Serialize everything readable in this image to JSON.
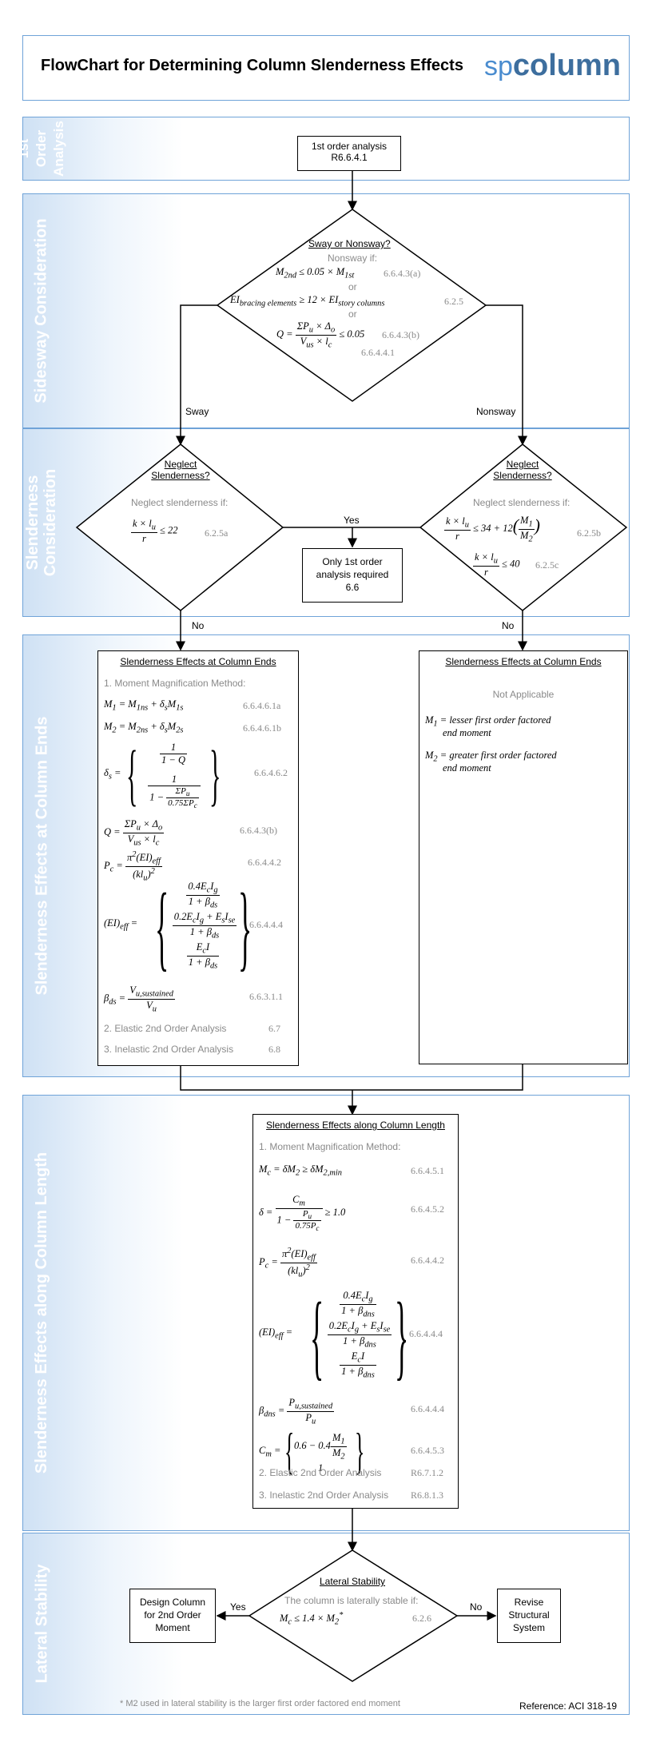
{
  "title": "FlowChart for Determining Column Slenderness Effects",
  "logo": {
    "prefix": "sp",
    "word": "column"
  },
  "sections": {
    "first_order": "1st Order Analysis",
    "sidesway": "Sidesway Consideration",
    "slenderness": "Slenderness Consideration",
    "ends": "Slenderness Effects at Column Ends",
    "length": "Slenderness Effects along Column Length",
    "lateral": "Lateral Stability"
  },
  "first_order_box": {
    "line1": "1st order analysis",
    "ref": "R6.6.4.1"
  },
  "sway_decision": {
    "title": "Sway or Nonsway?",
    "intro": "Nonsway if:",
    "or": "or",
    "ref1": "6.6.4.3(a)",
    "ref2": "6.2.5",
    "ref3": "6.6.4.3(b)",
    "ref4": "6.6.4.4.1"
  },
  "branch_labels": {
    "sway": "Sway",
    "nonsway": "Nonsway",
    "yes": "Yes",
    "no": "No"
  },
  "neglect_left": {
    "title1": "Neglect",
    "title2": "Slenderness?",
    "intro": "Neglect slenderness if:",
    "ref": "6.2.5a"
  },
  "neglect_right": {
    "title1": "Neglect",
    "title2": "Slenderness?",
    "intro": "Neglect slenderness if:",
    "ref1": "6.2.5b",
    "ref2": "6.2.5c"
  },
  "only_first_order": {
    "line1": "Only 1st order",
    "line2": "analysis required",
    "ref": "6.6"
  },
  "ends_left": {
    "title": "Slenderness Effects at Column Ends",
    "method": "1. Moment Magnification Method:",
    "refs": [
      "6.6.4.6.1a",
      "6.6.4.6.1b",
      "6.6.4.6.2",
      "6.6.4.3(b)",
      "6.6.4.4.2",
      "6.6.4.4.4",
      "6.6.3.1.1"
    ],
    "elastic": "2. Elastic 2nd Order Analysis",
    "elastic_ref": "6.7",
    "inelastic": "3. Inelastic 2nd Order Analysis",
    "inelastic_ref": "6.8"
  },
  "ends_right": {
    "title": "Slenderness Effects at Column Ends",
    "na": "Not Applicable",
    "m1_def": "lesser first order factored",
    "m2_def": "greater first order factored",
    "end_moment": "end moment"
  },
  "length_box": {
    "title": "Slenderness Effects along Column Length",
    "method": "1. Moment Magnification Method:",
    "refs": [
      "6.6.4.5.1",
      "6.6.4.5.2",
      "6.6.4.4.2",
      "6.6.4.4.4",
      "6.6.4.4.4",
      "6.6.4.5.3"
    ],
    "elastic": "2. Elastic 2nd Order Analysis",
    "elastic_ref": "R6.7.1.2",
    "inelastic": "3. Inelastic 2nd Order Analysis",
    "inelastic_ref": "R6.8.1.3"
  },
  "lateral": {
    "title": "Lateral Stability",
    "intro": "The column is laterally stable if:",
    "ref": "6.2.6",
    "design": "Design Column for 2nd Order Moment",
    "revise": "Revise Structural System",
    "footnote": "* M2 used in lateral stability is the larger first order factored end moment",
    "reference": "Reference: ACI 318-19"
  }
}
